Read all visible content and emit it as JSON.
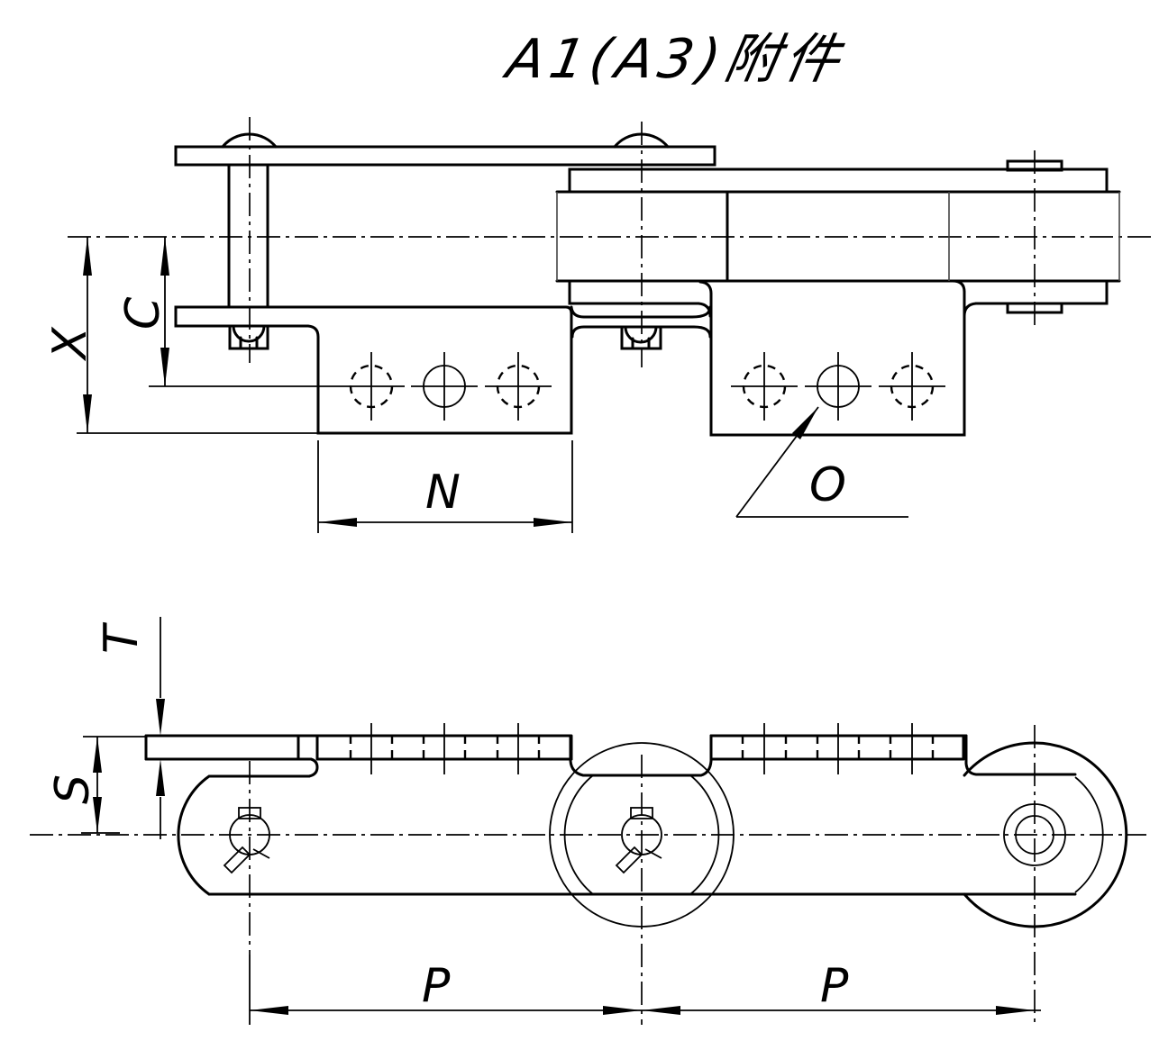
{
  "title": "A1(A3)附件",
  "labels": {
    "x": "X",
    "c": "C",
    "n": "N",
    "o": "O",
    "t": "T",
    "s": "S",
    "p_left": "P",
    "p_right": "P"
  },
  "colors": {
    "line": "#000000",
    "background": "#ffffff"
  }
}
